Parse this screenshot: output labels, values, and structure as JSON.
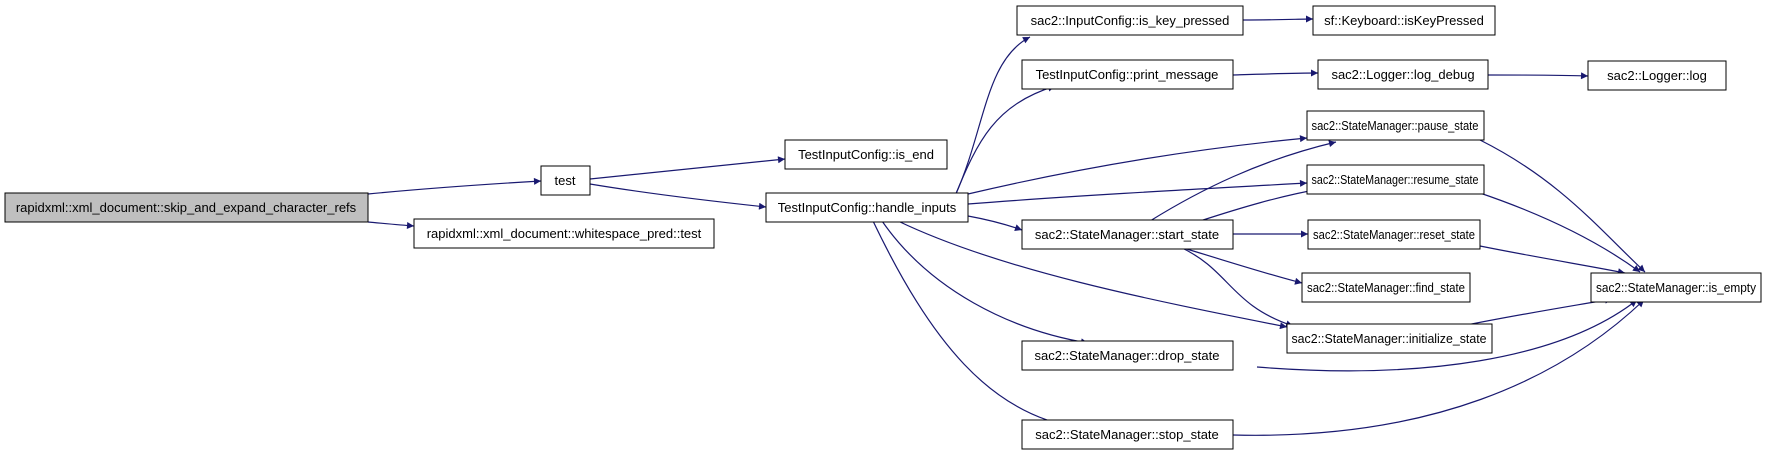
{
  "colors": {
    "node_fill": "#ffffff",
    "root_fill": "#bfbfbf",
    "node_stroke": "#000000",
    "edge": "#191970"
  },
  "nodes": {
    "skip_expand": "rapidxml::xml_document::skip_and_expand_character_refs",
    "test": "test",
    "whitespace_pred_test": "rapidxml::xml_document::whitespace_pred::test",
    "is_end": "TestInputConfig::is_end",
    "handle_inputs": "TestInputConfig::handle_inputs",
    "is_key_pressed": "sac2::InputConfig::is_key_pressed",
    "kb_is_key_pressed": "sf::Keyboard::isKeyPressed",
    "print_message": "TestInputConfig::print_message",
    "log_debug": "sac2::Logger::log_debug",
    "log": "sac2::Logger::log",
    "pause_state": "sac2::StateManager::pause_state",
    "resume_state": "sac2::StateManager::resume_state",
    "start_state": "sac2::StateManager::start_state",
    "reset_state": "sac2::StateManager::reset_state",
    "find_state": "sac2::StateManager::find_state",
    "is_empty": "sac2::StateManager::is_empty",
    "initialize_state": "sac2::StateManager::initialize_state",
    "drop_state": "sac2::StateManager::drop_state",
    "stop_state": "sac2::StateManager::stop_state"
  }
}
